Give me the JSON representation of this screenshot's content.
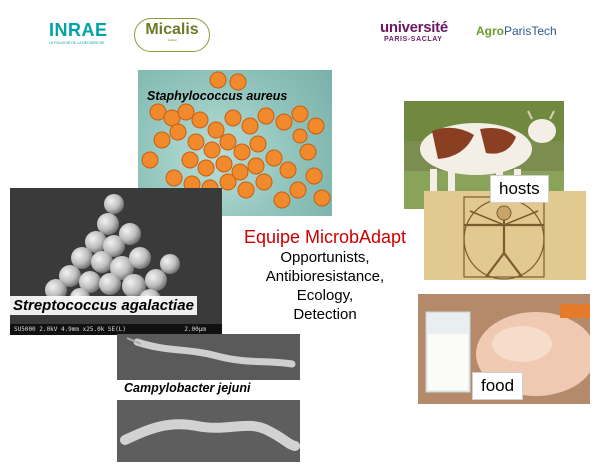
{
  "logos": {
    "inrae": {
      "name": "INRAE",
      "tagline": "LE POUVOIR DE LA RECHERCHE"
    },
    "micalis": {
      "name": "Micalis",
      "tagline": "Institut"
    },
    "universite": {
      "line1": "université",
      "line2": "PARIS-SACLAY"
    },
    "agroparistech": {
      "prefix": "Agro",
      "name": "ParisTech",
      "tagline": ""
    }
  },
  "images": {
    "staph": {
      "caption": "Staphylococcus aureus"
    },
    "strep": {
      "caption": "Streptococcus agalactiae",
      "sem_left": "SU5000 2.0kV 4.9mm x25.0k SE(L)",
      "sem_right": "2.00μm"
    },
    "campy": {
      "caption": "Campylobacter jejuni"
    }
  },
  "team": {
    "title": "Equipe MicrobAdapt",
    "lines": [
      "Opportunists,",
      "Antibioresistance,",
      "Ecology,",
      "Detection"
    ]
  },
  "labels": {
    "hosts": "hosts",
    "food": "food"
  },
  "colors": {
    "title": "#cc0000",
    "inrae": "#00a3a6",
    "ups": "#6b1a63"
  }
}
